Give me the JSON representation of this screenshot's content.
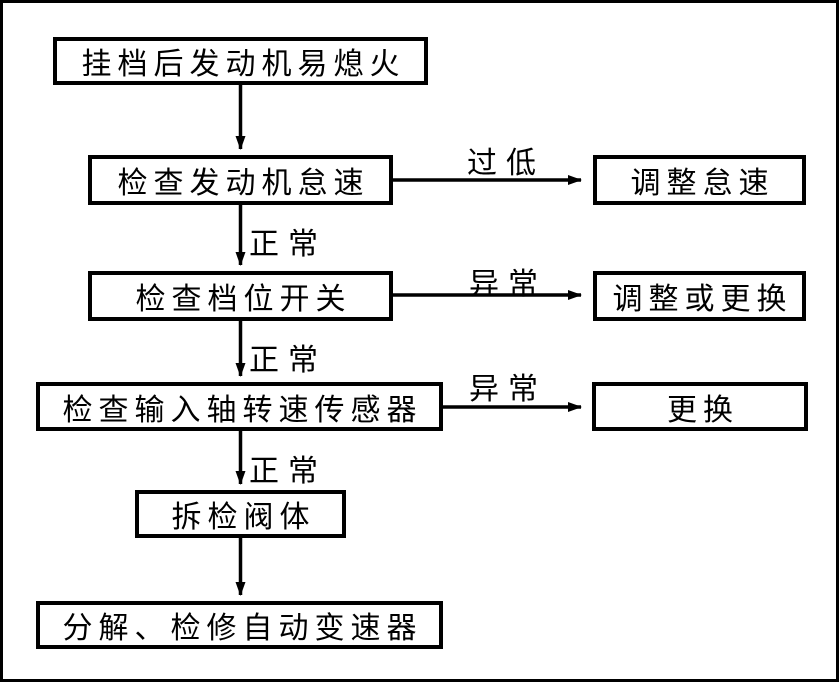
{
  "diagram": {
    "type": "flowchart",
    "language": "zh-CN",
    "colors": {
      "line": "#000000",
      "text": "#000000",
      "background": "#ffffff"
    },
    "nodes": {
      "start": {
        "label": "挂档后发动机易熄火"
      },
      "check_idle": {
        "label": "检查发动机怠速"
      },
      "adjust_idle": {
        "label": "调整怠速"
      },
      "check_gear_switch": {
        "label": "检查档位开关"
      },
      "adjust_or_replace": {
        "label": "调整或更换"
      },
      "check_input_shaft_speed_sensor": {
        "label": "检查输入轴转速传感器"
      },
      "replace": {
        "label": "更换"
      },
      "inspect_valve_body": {
        "label": "拆检阀体"
      },
      "overhaul_transmission": {
        "label": "分解、检修自动变速器"
      }
    },
    "edges": [
      {
        "from": "start",
        "to": "check_idle",
        "label": ""
      },
      {
        "from": "check_idle",
        "to": "adjust_idle",
        "label": "过低"
      },
      {
        "from": "check_idle",
        "to": "check_gear_switch",
        "label": "正常"
      },
      {
        "from": "check_gear_switch",
        "to": "adjust_or_replace",
        "label": "异常"
      },
      {
        "from": "check_gear_switch",
        "to": "check_input_shaft_speed_sensor",
        "label": "正常"
      },
      {
        "from": "check_input_shaft_speed_sensor",
        "to": "replace",
        "label": "异常"
      },
      {
        "from": "check_input_shaft_speed_sensor",
        "to": "inspect_valve_body",
        "label": "正常"
      },
      {
        "from": "inspect_valve_body",
        "to": "overhaul_transmission",
        "label": ""
      }
    ]
  }
}
